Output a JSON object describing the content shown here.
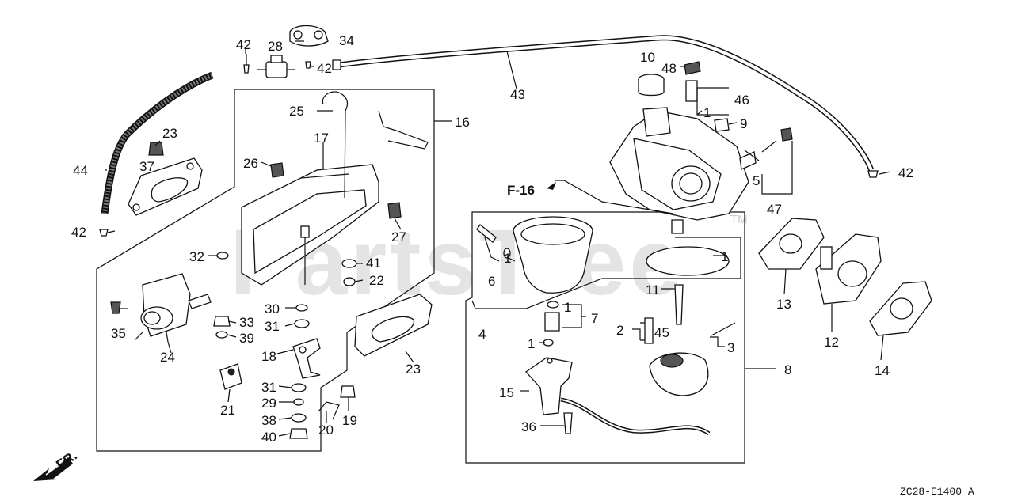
{
  "watermark": "PartsTree",
  "trademark": "TM",
  "section_ref": "F-16",
  "front_label": "FR.",
  "diagram_code": "ZC28-E1400 A",
  "callouts": [
    "1",
    "2",
    "3",
    "4",
    "5",
    "6",
    "7",
    "8",
    "9",
    "10",
    "11",
    "12",
    "13",
    "14",
    "15",
    "16",
    "17",
    "18",
    "19",
    "20",
    "21",
    "22",
    "23",
    "24",
    "25",
    "26",
    "27",
    "28",
    "29",
    "30",
    "31",
    "32",
    "33",
    "34",
    "35",
    "36",
    "37",
    "38",
    "39",
    "40",
    "41",
    "42",
    "43",
    "44",
    "45",
    "46",
    "47",
    "48"
  ],
  "colors": {
    "ink": "#111111",
    "watermark": "#e4e4e4",
    "background": "#ffffff"
  }
}
